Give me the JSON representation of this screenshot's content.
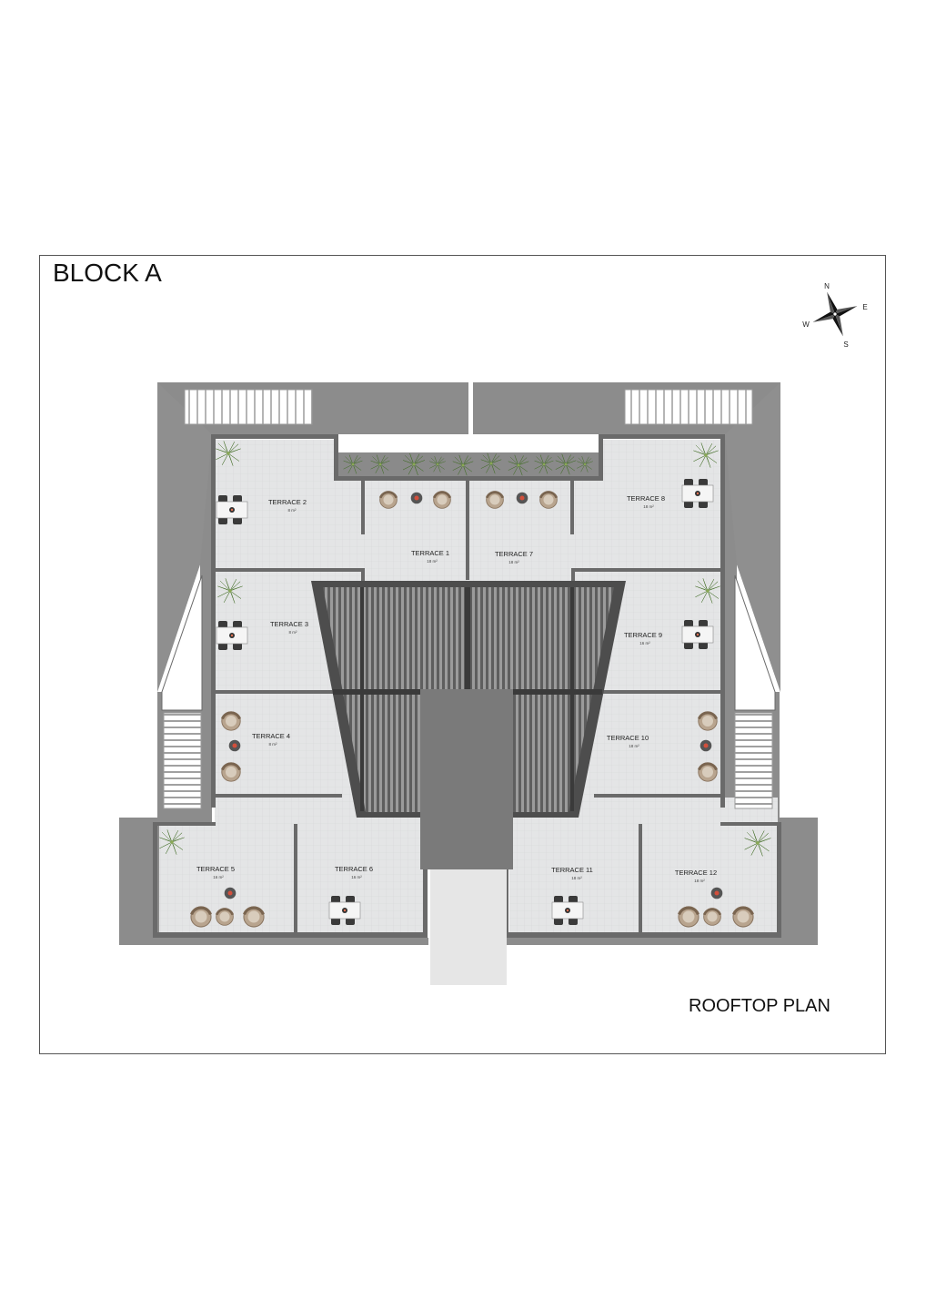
{
  "block_title": "BLOCK A",
  "plan_title": "ROOFTOP PLAN",
  "compass": {
    "n": "N",
    "e": "E",
    "s": "S",
    "w": "W"
  },
  "terraces": [
    {
      "label": "TERRACE  2",
      "area": "8 m²"
    },
    {
      "label": "TERRACE 1",
      "area": "18 m²"
    },
    {
      "label": "TERRACE 7",
      "area": "18 m²"
    },
    {
      "label": "TERRACE 8",
      "area": "18 m²"
    },
    {
      "label": "TERRACE 3",
      "area": "8 m²"
    },
    {
      "label": "TERRACE 9",
      "area": "16 m²"
    },
    {
      "label": "TERRACE 4",
      "area": "8 m²"
    },
    {
      "label": "TERRACE 10",
      "area": "18 m²"
    },
    {
      "label": "TERRACE 5",
      "area": "16 m²"
    },
    {
      "label": "TERRACE 6",
      "area": "16 m²"
    },
    {
      "label": "TERRACE 11",
      "area": "18 m²"
    },
    {
      "label": "TERRACE 12",
      "area": "18 m²"
    }
  ],
  "colors": {
    "wall": "#8a8a8a",
    "wall_dark": "#5a5a5a",
    "floor": "#e3e4e5",
    "core": "#7b7b7b",
    "plant": "#5f8a3a"
  }
}
